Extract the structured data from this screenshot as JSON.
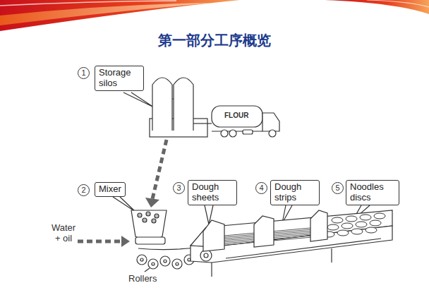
{
  "diagram": {
    "title": "第一部分工序概览",
    "nodes": [
      {
        "text": [
          "Storage silos"
        ]
      },
      {
        "text": [
          "Mixer"
        ]
      },
      {
        "text": [
          "Dough sheets"
        ]
      },
      {
        "text": [
          "Dough strips"
        ]
      },
      {
        "text": [
          "Noodles discs"
        ]
      }
    ],
    "labels": [
      "1",
      "2",
      "3",
      "4",
      "5",
      "FLOUR",
      "Water + oil",
      "Rollers"
    ]
  }
}
